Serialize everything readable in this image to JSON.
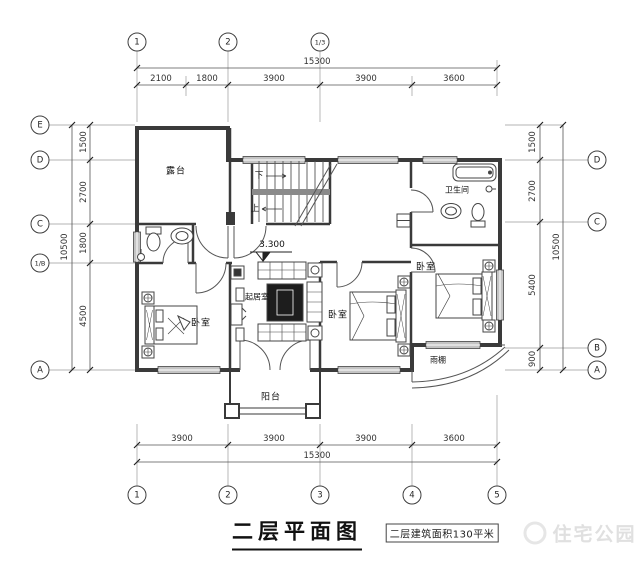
{
  "title": {
    "main": "二层平面图",
    "area_box": "二层建筑面积130平米"
  },
  "watermark": "住宅公园",
  "plan": {
    "level": "3.300",
    "rooms": {
      "terrace": "露台",
      "bathroom_upper": "卫生间",
      "living": "起居室",
      "bedroom_left": "卧室",
      "bedroom_middle": "卧室",
      "bedroom_right": "卧室",
      "balcony": "阳台",
      "canopy": "雨棚"
    },
    "stair": {
      "down": "下",
      "up": "上"
    }
  },
  "grid": {
    "top": [
      "1",
      "2",
      "1/3"
    ],
    "bottom": [
      "1",
      "2",
      "3",
      "4",
      "5"
    ],
    "left": [
      "E",
      "D",
      "C",
      "1/B",
      "A"
    ],
    "right": [
      "D",
      "C",
      "B",
      "A"
    ]
  },
  "dims": {
    "top": {
      "total": "15300",
      "segs": [
        "2100",
        "1800",
        "3900",
        "3900",
        "3600"
      ]
    },
    "bottom": {
      "total": "15300",
      "segs": [
        "3900",
        "3900",
        "3900",
        "3600"
      ]
    },
    "left": {
      "total": "10500",
      "segs": [
        "1500",
        "2700",
        "1800",
        "4500"
      ]
    },
    "right": {
      "total": "10500",
      "segs": [
        "1500",
        "2700",
        "5400",
        "900"
      ]
    }
  }
}
